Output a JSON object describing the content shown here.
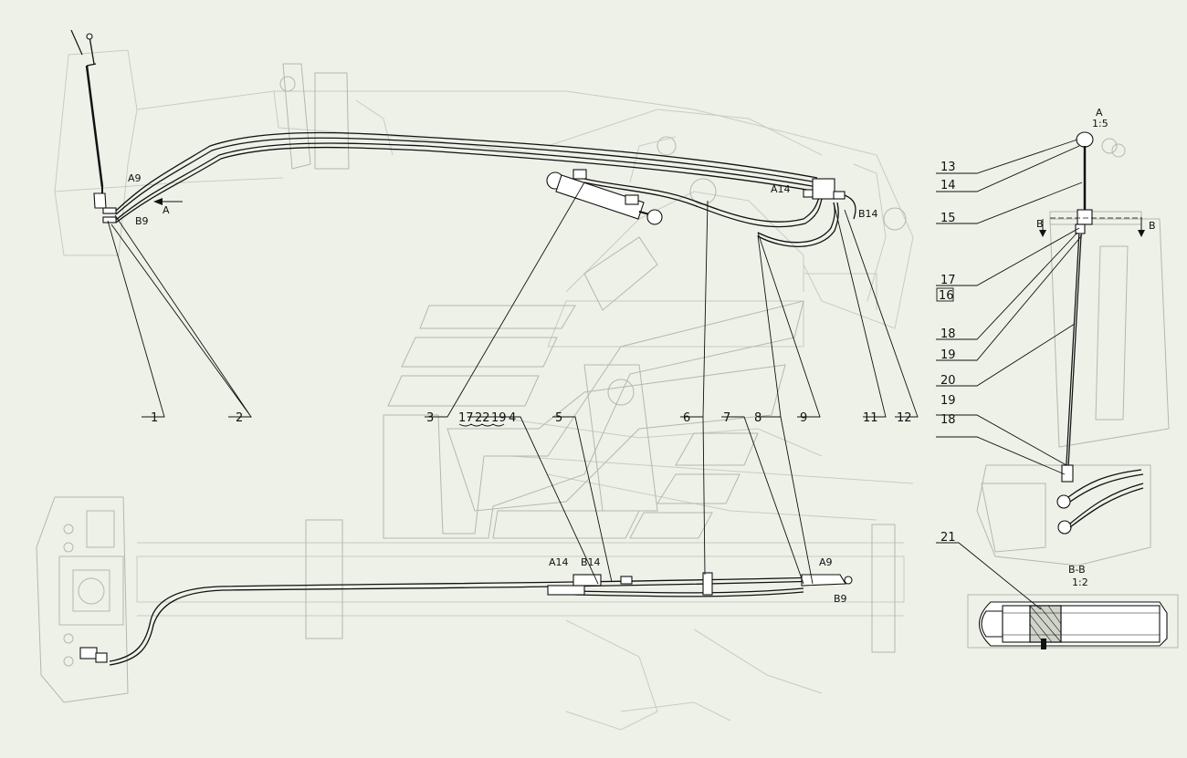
{
  "part_numbers": [
    "1",
    "2",
    "3",
    "17",
    "22",
    "19",
    "4",
    "5",
    "6",
    "7",
    "8",
    "9",
    "11",
    "12"
  ],
  "view_a": {
    "title": "A",
    "scale": "1:5",
    "callouts": [
      "13",
      "14",
      "15",
      "17",
      "16",
      "18",
      "19",
      "20",
      "19",
      "18"
    ],
    "section_mark": "B"
  },
  "section_bb": {
    "title": "B-B",
    "scale": "1:2",
    "callouts": [
      "21"
    ]
  },
  "connection_labels": {
    "top_left_a9": "A9",
    "top_left_b9": "B9",
    "top_right_a14": "A14",
    "top_right_b14": "B14",
    "bottom_a14": "A14",
    "bottom_b14": "B14",
    "bottom_a9": "A9",
    "bottom_b9": "B9"
  },
  "arrow_label": "A"
}
